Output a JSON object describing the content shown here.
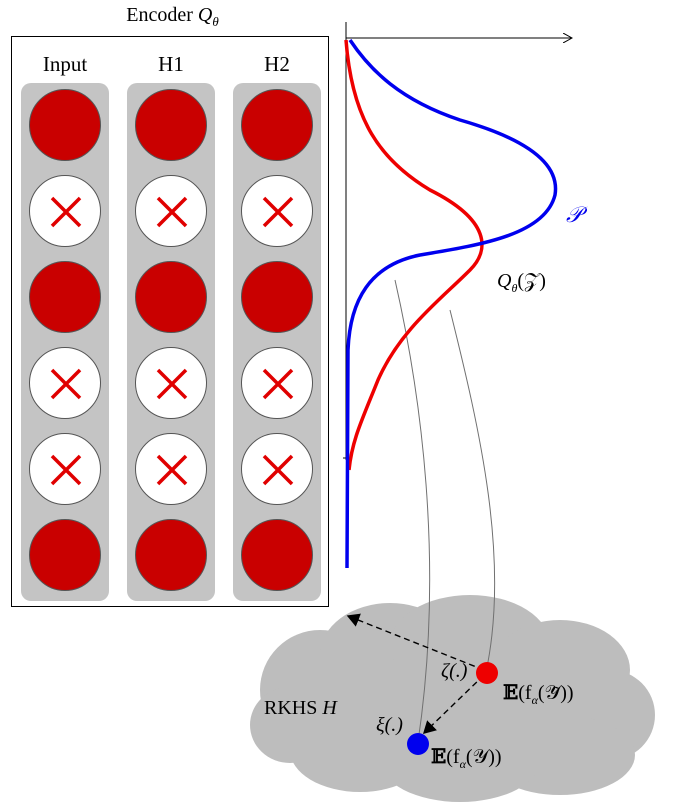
{
  "encoder": {
    "title_text": "Encoder ",
    "title_symbol": "Q",
    "title_subscript": "θ",
    "columns": [
      {
        "label": "Input",
        "nodes": [
          "active",
          "dropped",
          "active",
          "dropped",
          "dropped",
          "active"
        ]
      },
      {
        "label": "H1",
        "nodes": [
          "active",
          "dropped",
          "active",
          "dropped",
          "dropped",
          "active"
        ]
      },
      {
        "label": "H2",
        "nodes": [
          "active",
          "dropped",
          "active",
          "dropped",
          "dropped",
          "active"
        ]
      }
    ],
    "active_color": "#c90000",
    "dropout_mark_color": "#e00000",
    "column_bg_color": "#c4c4c4"
  },
  "distributions": {
    "P_label": "𝒫",
    "P_color": "#0000ee",
    "Q_color": "#ee0000",
    "Q_label_symbol": "Q",
    "Q_label_subscript": "θ",
    "Q_label_arg": "(𝒵)"
  },
  "rkhs": {
    "label_text": "RKHS ",
    "label_symbol": "H",
    "cloud_color": "#bdbdbd",
    "zeta_label": "ζ(.)",
    "xi_label": "ξ(.)",
    "red_point_label_bb": "𝔼",
    "red_point_label_rest": "(f",
    "red_point_label_sub": "α",
    "red_point_label_end": "(𝒴̃))",
    "blue_point_label_bb": "𝔼",
    "blue_point_label_rest": "(f",
    "blue_point_label_sub": "α",
    "blue_point_label_end": "(𝒴))"
  }
}
